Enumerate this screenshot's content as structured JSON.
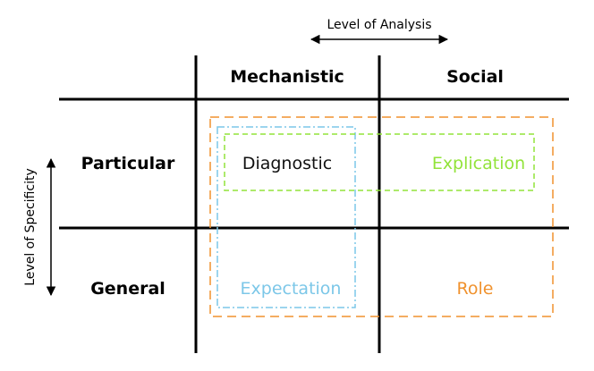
{
  "axes": {
    "horizontal_label": "Level of Analysis",
    "vertical_label": "Level of Specificity"
  },
  "columns": [
    "Mechanistic",
    "Social"
  ],
  "rows": [
    "Particular",
    "General"
  ],
  "cells": {
    "diagnostic": "Diagnostic",
    "explication": "Explication",
    "expectation": "Expectation",
    "role": "Role"
  },
  "colors": {
    "grid": "#000000",
    "diagnostic": "#111111",
    "explication": "#92e33a",
    "expectation": "#7cc7e8",
    "role": "#f0922e"
  }
}
